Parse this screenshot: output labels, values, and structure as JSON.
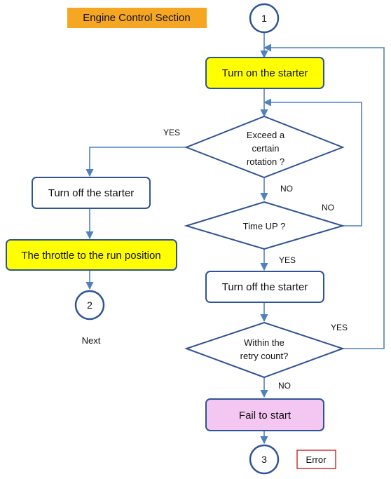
{
  "title": "Engine Control Section",
  "connectors": {
    "start": "1",
    "next": "2",
    "error": "3"
  },
  "nodes": {
    "turn_on_starter": "Turn on the starter",
    "exceed_rotation": [
      "Exceed a",
      "certain",
      "rotation ?"
    ],
    "time_up": "Time UP ?",
    "turn_off_starter_left": "Turn off the starter",
    "throttle_run": "The throttle to the run position",
    "turn_off_starter_right": "Turn off the starter",
    "within_retry": [
      "Within the",
      "retry count?"
    ],
    "fail_to_start": "Fail to start"
  },
  "edge_labels": {
    "rotation_yes": "YES",
    "rotation_no": "NO",
    "timeup_no": "NO",
    "timeup_yes": "YES",
    "retry_yes": "YES",
    "retry_no": "NO"
  },
  "annotations": {
    "next": "Next",
    "error": "Error"
  },
  "colors": {
    "line": "#4f81bd",
    "border": "#2f5496",
    "highlight_yellow": "#ffff00",
    "highlight_pink": "#f4c6f2",
    "title_bg": "#f5a623",
    "error_border": "#c00000"
  }
}
